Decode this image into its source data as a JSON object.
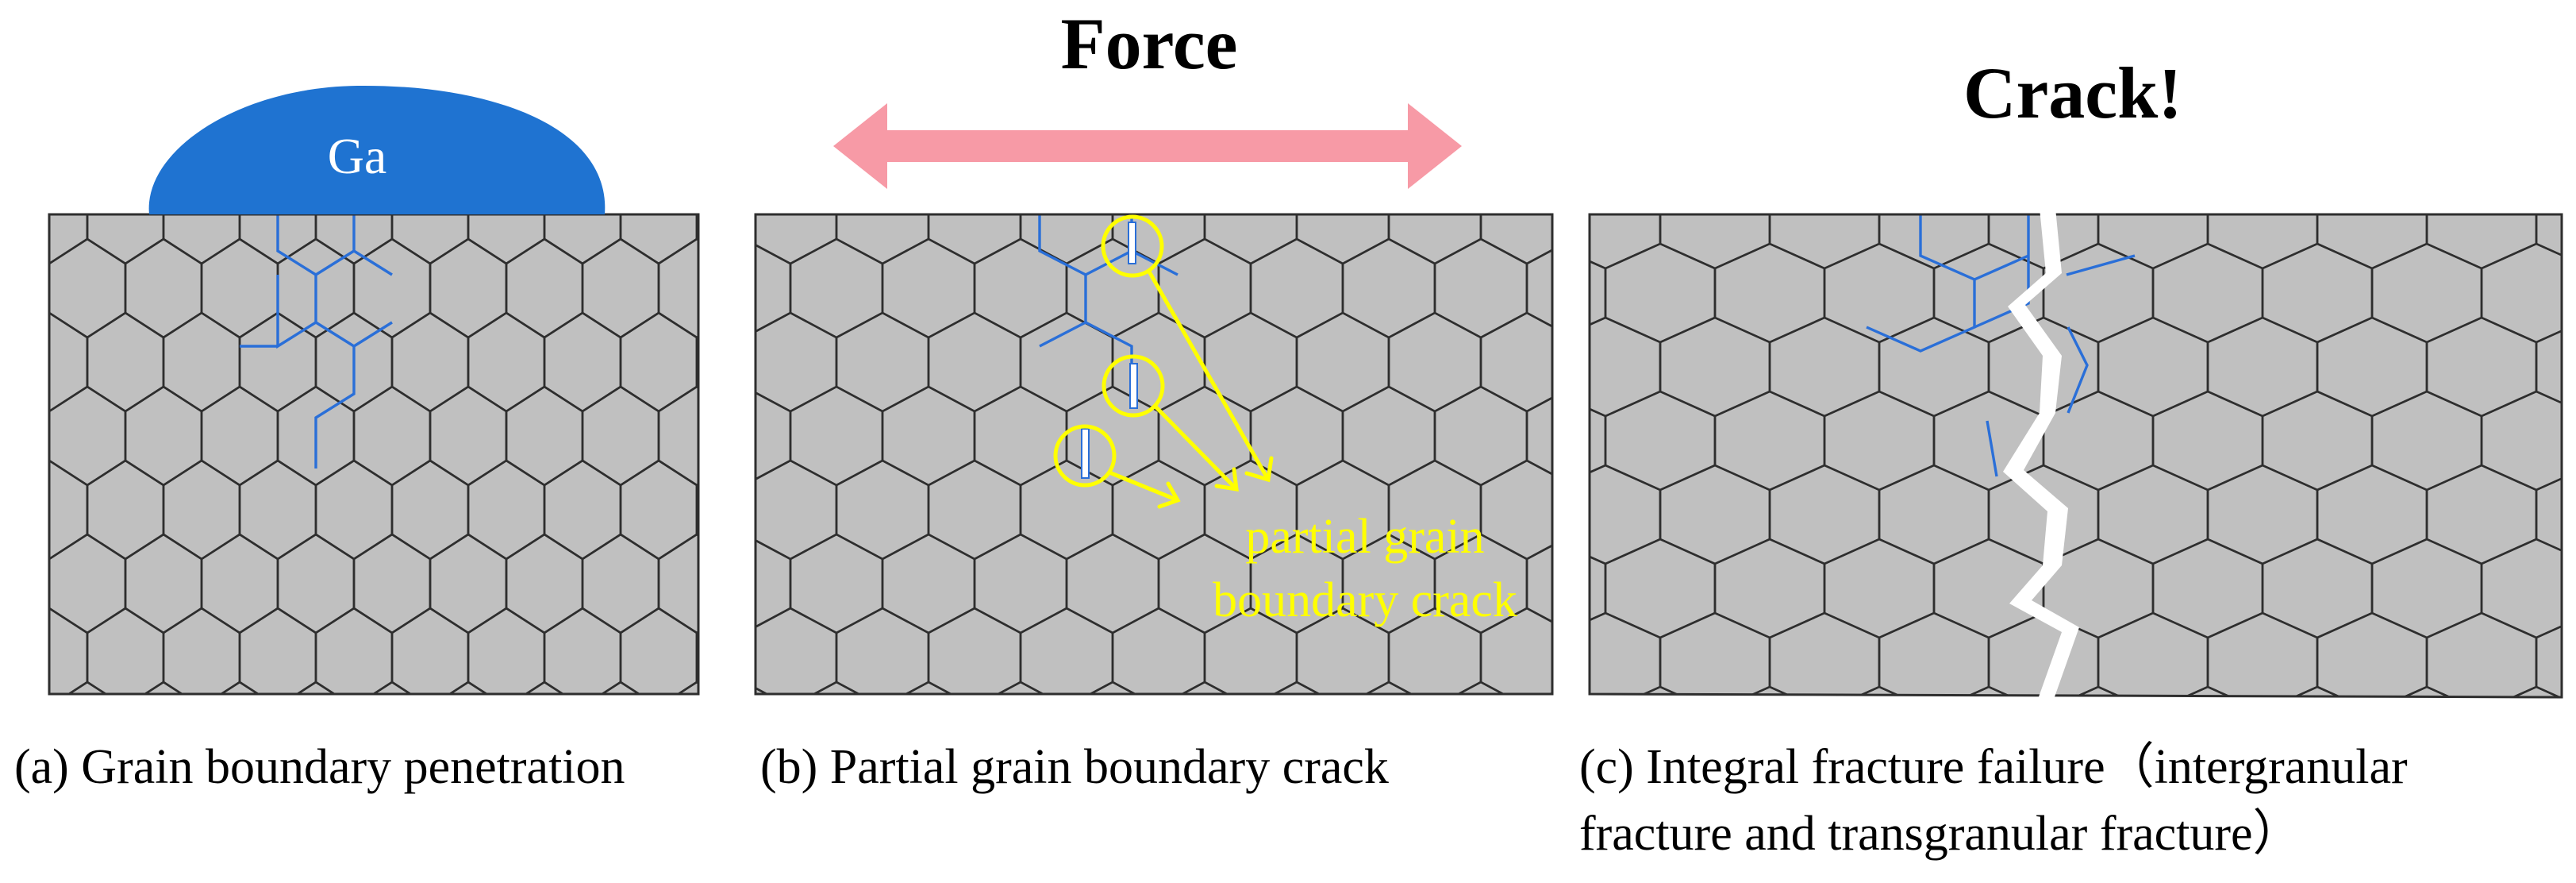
{
  "panel_a": {
    "blob_label": "Ga",
    "caption": "(a) Grain boundary penetration"
  },
  "panel_b": {
    "heading": "Force",
    "annotation_line1": "partial grain",
    "annotation_line2": "boundary crack",
    "caption": "(b) Partial grain boundary crack"
  },
  "panel_c": {
    "heading": "Crack!",
    "caption_line1": "(c) Integral fracture failure（intergranular",
    "caption_line2": "fracture and transgranular fracture）"
  },
  "colors": {
    "grain_fill": "#c0c0c0",
    "grain_edge": "#2e2e2e",
    "ga_blue": "#1f73d1",
    "penetration_blue": "#2a6fd8",
    "force_arrow": "#f79aa6",
    "annotation_yellow": "#ffff00",
    "crack_white": "#ffffff"
  }
}
